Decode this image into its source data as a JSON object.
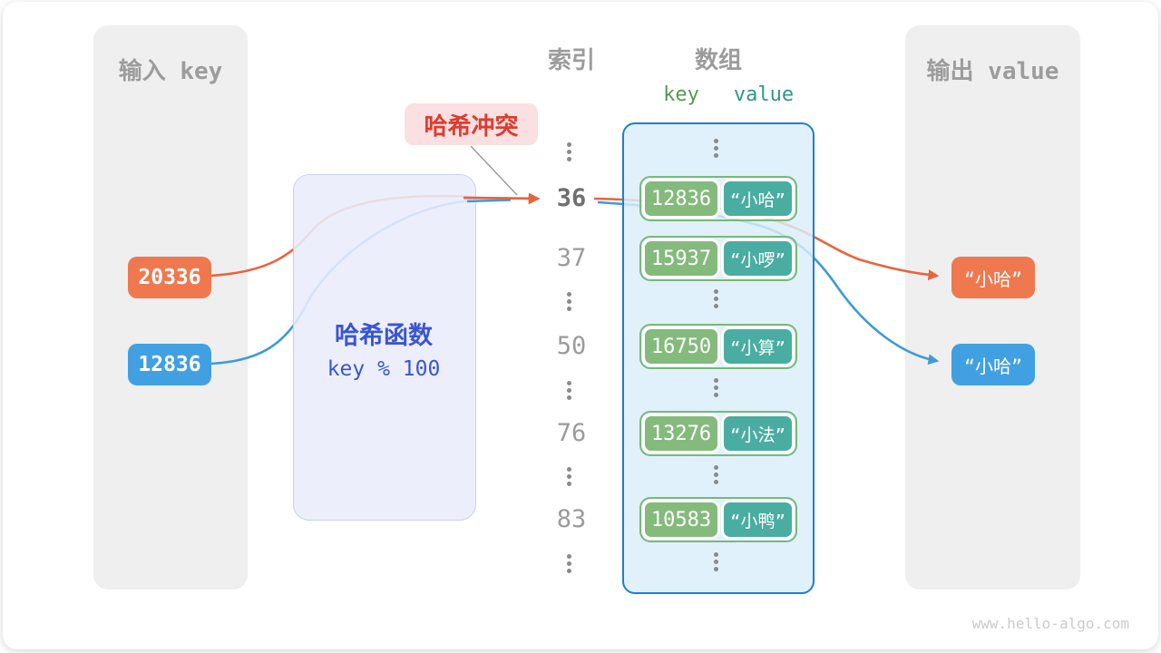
{
  "panels": {
    "input": {
      "title": "输入 key",
      "keys": [
        {
          "value": "20336",
          "color": "orange"
        },
        {
          "value": "12836",
          "color": "blue"
        }
      ]
    },
    "output": {
      "title": "输出 value",
      "values": [
        {
          "value": "“小哈”",
          "color": "orange"
        },
        {
          "value": "“小哈”",
          "color": "blue"
        }
      ]
    }
  },
  "hash_function": {
    "title": "哈希函数",
    "formula": "key % 100"
  },
  "collision_label": {
    "text": "哈希冲突"
  },
  "index_column": {
    "title": "索引",
    "items": [
      {
        "type": "dots"
      },
      {
        "type": "num",
        "label": "36",
        "highlight": true
      },
      {
        "type": "num",
        "label": "37",
        "highlight": false
      },
      {
        "type": "dots"
      },
      {
        "type": "num",
        "label": "50",
        "highlight": false
      },
      {
        "type": "dots"
      },
      {
        "type": "num",
        "label": "76",
        "highlight": false
      },
      {
        "type": "dots"
      },
      {
        "type": "num",
        "label": "83",
        "highlight": false
      },
      {
        "type": "dots"
      }
    ]
  },
  "array": {
    "title": "数组",
    "key_header": "key",
    "value_header": "value",
    "rows": [
      {
        "type": "dots"
      },
      {
        "type": "pair",
        "key": "12836",
        "value": "“小哈”"
      },
      {
        "type": "pair",
        "key": "15937",
        "value": "“小啰”"
      },
      {
        "type": "dots"
      },
      {
        "type": "pair",
        "key": "16750",
        "value": "“小算”"
      },
      {
        "type": "dots"
      },
      {
        "type": "pair",
        "key": "13276",
        "value": "“小法”"
      },
      {
        "type": "dots"
      },
      {
        "type": "pair",
        "key": "10583",
        "value": "“小鸭”"
      },
      {
        "type": "dots"
      }
    ]
  },
  "watermark": "www.hello-algo.com",
  "colors": {
    "orange": "#F0784F",
    "blue": "#41A0E2",
    "green": "#85BA7D",
    "teal": "#4AADA2",
    "pair_border": "#7CB879",
    "container_border": "#1E7FD0",
    "container_fill": "rgba(218,238,250,0.82)",
    "hash_fill": "rgba(233,237,251,0.88)",
    "hash_border": "#C8D0F0",
    "hash_text": "#3A55D4",
    "collision_bg": "#FAE0E0",
    "collision_text": "#DF3B30",
    "panel_bg": "#EFEFEF",
    "heading": "#9C9C9C",
    "index_num": "#9B9B9B",
    "index_bold": "#6F6F6F",
    "dots": "#8A8A8A",
    "key_header": "#55994F",
    "value_header": "#2F968A",
    "line_orange": "#E8643C",
    "line_blue": "#3E9BD8",
    "callout_line": "#999999",
    "watermark": "#CBCBCB"
  }
}
